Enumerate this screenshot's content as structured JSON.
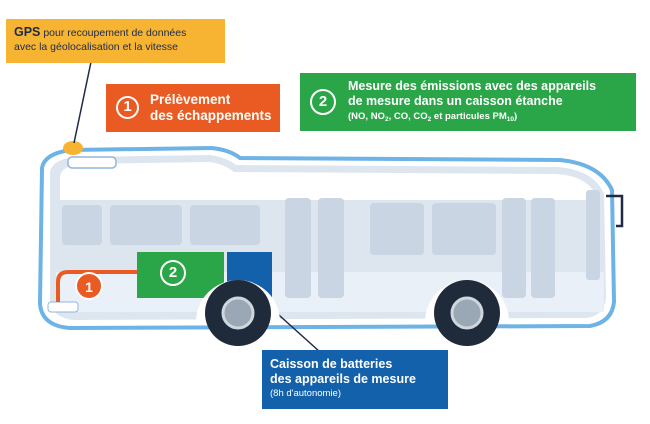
{
  "gps": {
    "title": "GPS",
    "line1": " pour recoupement de données",
    "line2": "avec la géolocalisation et la vitesse"
  },
  "prelevement": {
    "number": "1",
    "line1": "Prélèvement",
    "line2": "des échappements"
  },
  "mesure": {
    "number": "2",
    "line1": "Mesure des émissions avec des appareils",
    "line2": "de mesure dans un caisson étanche",
    "sub_prefix": "(NO, NO",
    "sub_2a": "2",
    "sub_mid1": ", CO, CO",
    "sub_2b": "2",
    "sub_mid2": " et particules PM",
    "sub_10": "10",
    "sub_suffix": ")"
  },
  "batteries": {
    "line1": "Caisson de batteries",
    "line2": "des appareils de mesure",
    "sub": "(8h d'autonomie)"
  },
  "bus": {
    "marker1": "1",
    "marker2": "2"
  },
  "colors": {
    "gps": "#f6b432",
    "prelevement": "#e95b22",
    "mesure": "#2aa548",
    "batteries": "#1461ab",
    "bus_outline": "#5aa9e0",
    "bus_fill": "#e6edf5"
  }
}
